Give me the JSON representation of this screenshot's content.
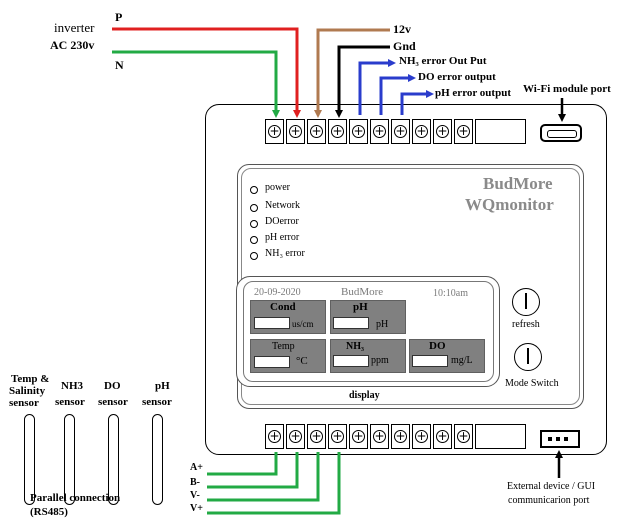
{
  "power_inputs": {
    "inverter": "inverter",
    "ac": "AC 230v",
    "p": "P",
    "n": "N"
  },
  "top_labels": {
    "v12": "12v",
    "gnd": "Gnd",
    "nh3_error": "NH₃ error  Out Put",
    "do_error": "DO error output",
    "ph_error": "pH error output",
    "wifi": "Wi-Fi module port"
  },
  "brand": {
    "line1": "BudMore",
    "line2": "WQmonitor"
  },
  "indicators": [
    "power",
    "Network",
    "DOerror",
    "pH error",
    "NH₃ error"
  ],
  "screen": {
    "date": "20-09-2020",
    "brand": "BudMore",
    "time": "10:10am",
    "cond": "Cond",
    "cond_unit": "us/cm",
    "ph": "pH",
    "ph_unit": "pH",
    "temp": "Temp",
    "temp_unit": "°C",
    "nh3": "NH₃",
    "nh3_unit": "ppm",
    "do": "DO",
    "do_unit": "mg/L"
  },
  "display_label": "display",
  "buttons": {
    "refresh": "refresh",
    "mode": "Mode Switch"
  },
  "sensors": {
    "temp1": "Temp &",
    "temp2": "Salinity",
    "temp3": "sensor",
    "nh3_1": "NH3",
    "nh3_2": "sensor",
    "do_1": "DO",
    "do_2": "sensor",
    "ph_1": "pH",
    "ph_2": "sensor"
  },
  "bus": {
    "a": "A+",
    "b": "B-",
    "v_minus": "V-",
    "v_plus": "V+",
    "parallel1": "Parallel connection",
    "parallel2": "(RS485)"
  },
  "external": {
    "line1": "External device / GUI",
    "line2": "communicarion port"
  },
  "colors": {
    "p_wire": "#e02020",
    "n_wire": "#22aa44",
    "v12_wire": "#b07a50",
    "gnd_wire": "#000000",
    "error_wire": "#2a3ccc",
    "bus_wire": "#22aa44"
  }
}
